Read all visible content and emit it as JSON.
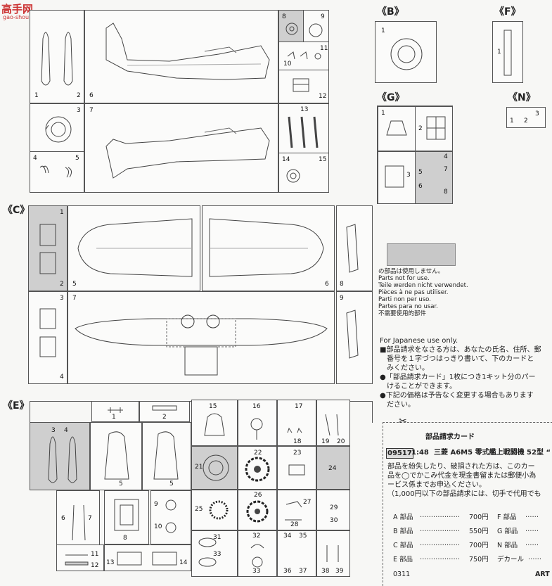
{
  "watermark": {
    "title": "高手网",
    "url": "gao-shou.com"
  },
  "runners": {
    "B": "《B》",
    "F": "《F》",
    "G": "《G》",
    "N": "《N》",
    "C": "《C》",
    "E": "《E》"
  },
  "part_numbers": {
    "A": [
      "1",
      "2",
      "3",
      "4",
      "5",
      "6",
      "7",
      "8",
      "9",
      "10",
      "11",
      "12",
      "13",
      "14",
      "15"
    ],
    "B": [
      "1"
    ],
    "F": [
      "1"
    ],
    "G": [
      "1",
      "2",
      "3",
      "4",
      "5",
      "6",
      "7",
      "8"
    ],
    "N": [
      "1",
      "2",
      "3"
    ],
    "C": [
      "1",
      "2",
      "3",
      "4",
      "5",
      "6",
      "7",
      "8",
      "9"
    ],
    "E": [
      "1",
      "2",
      "3",
      "4",
      "5",
      "6",
      "7",
      "8",
      "9",
      "10",
      "11",
      "12",
      "13",
      "14",
      "15",
      "16",
      "17",
      "18",
      "19",
      "20",
      "21",
      "22",
      "23",
      "24",
      "25",
      "26",
      "27",
      "28",
      "29",
      "30",
      "31",
      "32",
      "33",
      "34",
      "35",
      "36",
      "37",
      "38",
      "39"
    ]
  },
  "notice": {
    "lines": [
      "の部品は使用しません。",
      "Parts not for use.",
      "Teile werden nicht verwendet.",
      "Pièces à ne pas utiliser.",
      "Parti non per uso.",
      "Partes para no usar.",
      "不需要使用的部件"
    ],
    "shade_color": "#c8c8c8"
  },
  "japanese_note": {
    "heading": "For Japanese use only.",
    "lines": [
      "■部品請求をなさる方は、あなたの氏名、住所、郵",
      "　番号を１字づつはっきり書いて、下のカードと",
      "　みください。",
      "●「部品請求カード」1枚につき1キット分のパー",
      "　けることができます。",
      "●下記の価格は予告なく変更する場合もあります",
      "　ださい。"
    ]
  },
  "order_card": {
    "title": "部品請求カード",
    "code": "09517",
    "scale": "1:48",
    "product": "三菱 A6M5 零式艦上戦闘機 52型 “",
    "body": [
      "部品を紛失したり、破損された方は、このカー",
      "品を◯でかこみ代金を現金書留または郵便小為",
      "ービス係までお申込ください。",
      "（1,000円以下の部品請求には、切手で代用でも"
    ],
    "prices": [
      {
        "label": "A 部品",
        "dots": "………………",
        "value": "700円"
      },
      {
        "label": "B 部品",
        "dots": "………………",
        "value": "550円"
      },
      {
        "label": "C 部品",
        "dots": "………………",
        "value": "700円"
      },
      {
        "label": "E 部品",
        "dots": "………………",
        "value": "750円"
      }
    ],
    "prices_right": [
      {
        "label": "F 部品",
        "dots": "……"
      },
      {
        "label": "G 部品",
        "dots": "……"
      },
      {
        "label": "N 部品",
        "dots": "……"
      },
      {
        "label": "デカール",
        "dots": "……"
      }
    ],
    "footer_left": "0311",
    "footer_right": "ART"
  }
}
